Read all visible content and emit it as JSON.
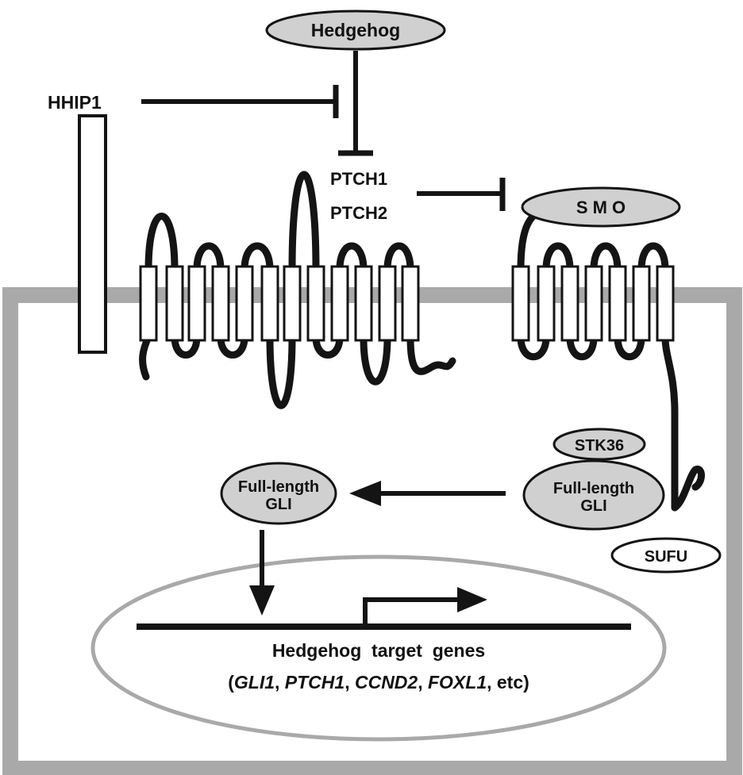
{
  "labels": {
    "hedgehog": "Hedgehog",
    "hhip1": "HHIP1",
    "ptch1": "PTCH1",
    "ptch2": "PTCH2",
    "smo": "S M O",
    "stk36": "STK36",
    "gli_complex_line1": "Full-length",
    "gli_complex_line2": "GLI",
    "gli_free_line1": "Full-length",
    "gli_free_line2": "GLI",
    "sufu": "SUFU",
    "target_genes": "Hedgehog  target  genes",
    "genes_open": "(",
    "gene1": "GLI1",
    "gene2": "PTCH1",
    "gene3": "CCND2",
    "gene4": "FOXL1",
    "genes_sep": ",",
    "genes_etc": "etc)"
  },
  "colors": {
    "line": "#141414",
    "membrane": "#a9a9a9",
    "oval_fill": "#d0d0d0",
    "white": "#ffffff"
  }
}
